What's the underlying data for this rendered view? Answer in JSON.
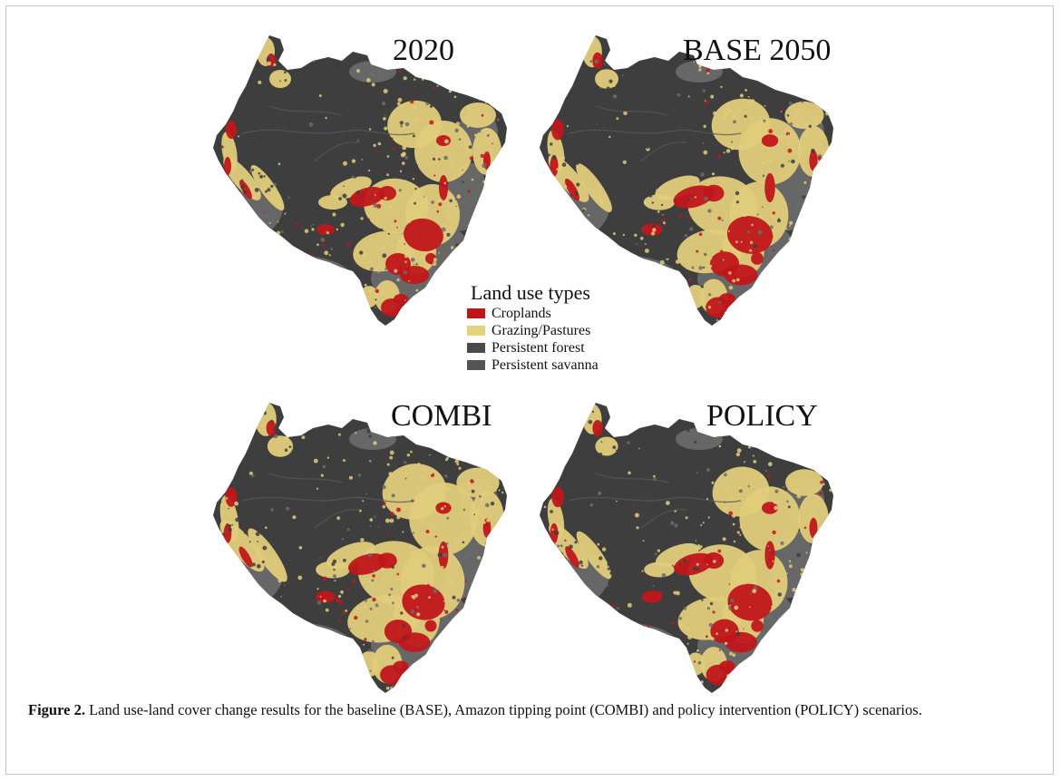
{
  "figure": {
    "panels": [
      {
        "title": "2020"
      },
      {
        "title": "BASE 2050"
      },
      {
        "title": "COMBI"
      },
      {
        "title": "POLICY"
      }
    ],
    "legend": {
      "title": "Land use types",
      "items": [
        {
          "label": "Croplands",
          "color": "#c0161b"
        },
        {
          "label": "Grazing/Pastures",
          "color": "#e6d27a"
        },
        {
          "label": "Persistent forest",
          "color": "#4a4a4a"
        },
        {
          "label": "Persistent savanna",
          "color": "#555555"
        }
      ]
    },
    "colors": {
      "forest": "#3e3e3e",
      "savanna": "#6b6b6b",
      "pasture": "#e0cc7a",
      "cropland": "#c0161b"
    },
    "caption": {
      "label": "Figure 2.",
      "text": " Land use-land cover change results for the baseline (BASE), Amazon tipping point (COMBI) and policy intervention (POLICY) scenarios."
    }
  }
}
